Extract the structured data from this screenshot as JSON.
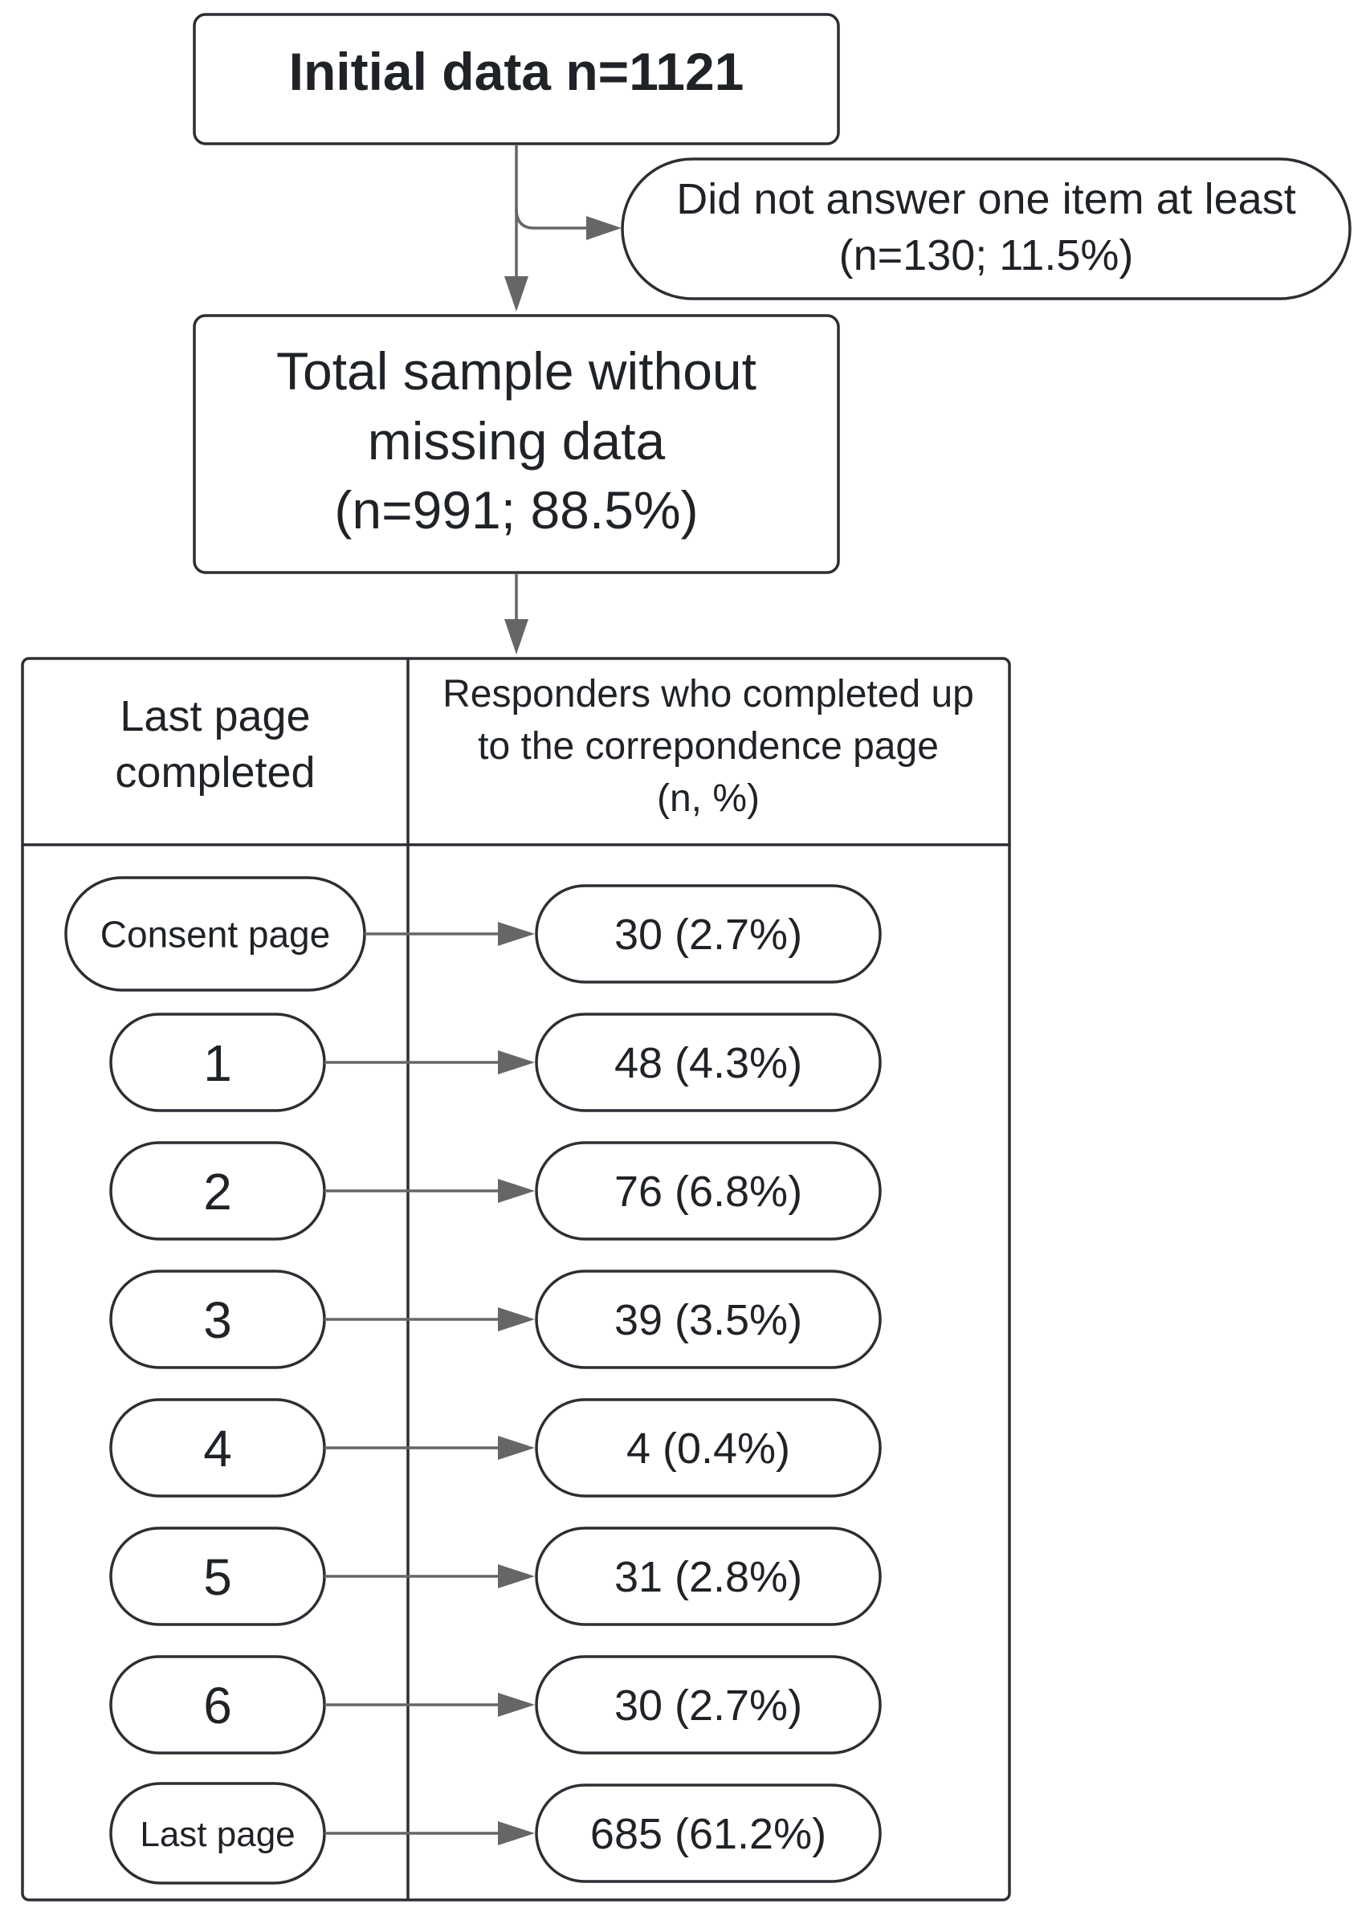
{
  "nodes": {
    "initial": {
      "text": "Initial data n=1121"
    },
    "excluded": {
      "line1": "Did not answer one item at least",
      "line2": "(n=130; 11.5%)"
    },
    "total": {
      "line1": "Total sample without",
      "line2": "missing data",
      "line3": "(n=991; 88.5%)"
    }
  },
  "table": {
    "header_left": {
      "line1": "Last page",
      "line2": "completed"
    },
    "header_right": {
      "line1": "Responders who completed up",
      "line2": "to the correpondence page",
      "line3": "(n, %)"
    },
    "rows": [
      {
        "page": "Consent page",
        "result": "30 (2.7%)"
      },
      {
        "page": "1",
        "result": "48 (4.3%)"
      },
      {
        "page": "2",
        "result": "76 (6.8%)"
      },
      {
        "page": "3",
        "result": "39 (3.5%)"
      },
      {
        "page": "4",
        "result": "4 (0.4%)"
      },
      {
        "page": "5",
        "result": "31 (2.8%)"
      },
      {
        "page": "6",
        "result": "30 (2.7%)"
      },
      {
        "page": "Last page",
        "result": "685 (61.2%)"
      }
    ]
  }
}
